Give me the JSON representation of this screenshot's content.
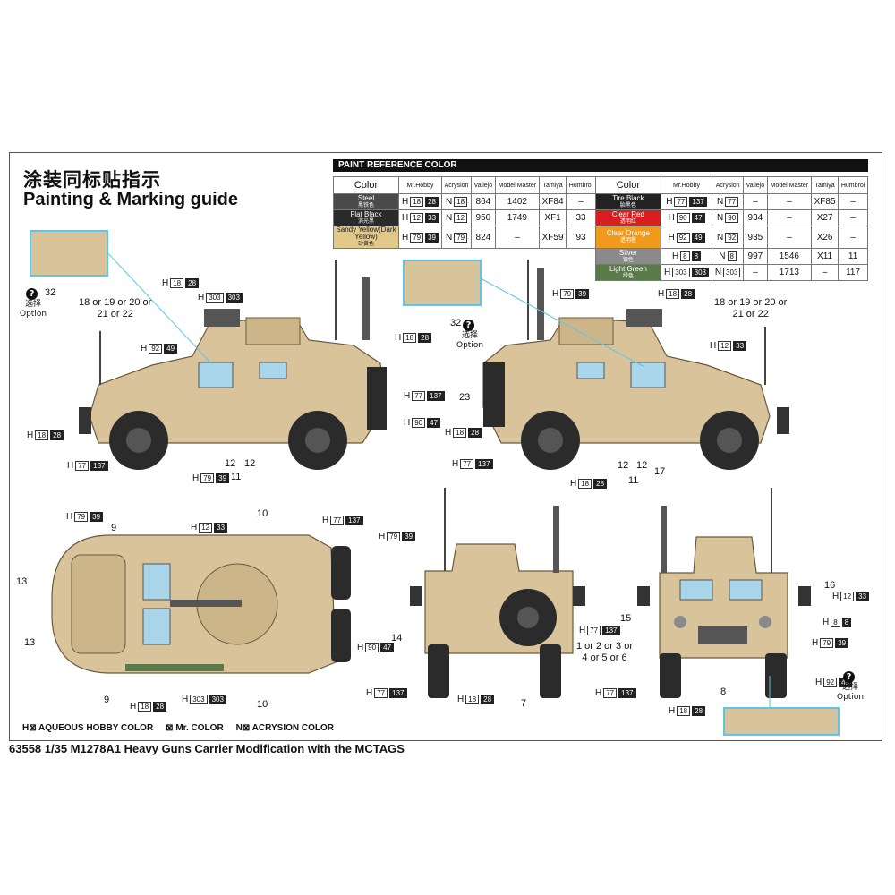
{
  "titles": {
    "cn": "涂装同标贴指示",
    "en": "Painting & Marking guide"
  },
  "reference": {
    "header": "PAINT  REFERENCE COLOR",
    "columns": [
      "Color",
      "Mr.Hobby",
      "Acrysion",
      "Vallejo",
      "Model Master",
      "Tamiya",
      "Humbrol"
    ],
    "left_rows": [
      {
        "name": "Steel",
        "cn": "黑铁色",
        "bg": "#4a4a4a",
        "fg": "#ffffff",
        "h": "18",
        "m": "28",
        "n": "18",
        "vallejo": "864",
        "mm": "1402",
        "tamiya": "XF84",
        "humbrol": "–"
      },
      {
        "name": "Flat Black",
        "cn": "消光黑",
        "bg": "#2a2a2a",
        "fg": "#ffffff",
        "h": "12",
        "m": "33",
        "n": "12",
        "vallejo": "950",
        "mm": "1749",
        "tamiya": "XF1",
        "humbrol": "33"
      },
      {
        "name": "Sandy Yellow(Dark Yellow)",
        "cn": "砂黄色",
        "bg": "#e2c98a",
        "fg": "#222222",
        "h": "79",
        "m": "39",
        "n": "79",
        "vallejo": "824",
        "mm": "–",
        "tamiya": "XF59",
        "humbrol": "93"
      }
    ],
    "right_rows": [
      {
        "name": "Tire Black",
        "cn": "胎黑色",
        "bg": "#232323",
        "fg": "#ffffff",
        "h": "77",
        "m": "137",
        "n": "77",
        "vallejo": "–",
        "mm": "–",
        "tamiya": "XF85",
        "humbrol": "–"
      },
      {
        "name": "Clear Red",
        "cn": "透明红",
        "bg": "#d81e1e",
        "fg": "#ffffff",
        "h": "90",
        "m": "47",
        "n": "90",
        "vallejo": "934",
        "mm": "–",
        "tamiya": "X27",
        "humbrol": "–"
      },
      {
        "name": "Clear Orange",
        "cn": "透明橙",
        "bg": "#ef9a1d",
        "fg": "#ffffff",
        "h": "92",
        "m": "49",
        "n": "92",
        "vallejo": "935",
        "mm": "–",
        "tamiya": "X26",
        "humbrol": "–"
      },
      {
        "name": "Silver",
        "cn": "银色",
        "bg": "#8a8a8a",
        "fg": "#ffffff",
        "h": "8",
        "m": "8",
        "n": "8",
        "vallejo": "997",
        "mm": "1546",
        "tamiya": "X11",
        "humbrol": "11"
      },
      {
        "name": "Light Green",
        "cn": "绿色",
        "bg": "#5b7a4a",
        "fg": "#ffffff",
        "h": "303",
        "m": "303",
        "n": "303",
        "vallejo": "–",
        "mm": "1713",
        "tamiya": "–",
        "humbrol": "117"
      }
    ]
  },
  "callouts": [
    {
      "id": "c1",
      "h": "18",
      "m": "28"
    },
    {
      "id": "c2",
      "h": "303",
      "m": "303"
    },
    {
      "id": "c3",
      "h": "92",
      "m": "49"
    },
    {
      "id": "c4",
      "h": "18",
      "m": "28"
    },
    {
      "id": "c5",
      "h": "77",
      "m": "137"
    },
    {
      "id": "c6",
      "h": "90",
      "m": "47"
    },
    {
      "id": "c7",
      "h": "18",
      "m": "28"
    },
    {
      "id": "c8",
      "h": "77",
      "m": "137"
    },
    {
      "id": "c9",
      "h": "79",
      "m": "39"
    },
    {
      "id": "c10",
      "h": "79",
      "m": "39"
    },
    {
      "id": "c11",
      "h": "18",
      "m": "28"
    },
    {
      "id": "c12",
      "h": "12",
      "m": "33"
    },
    {
      "id": "c13",
      "h": "18",
      "m": "28"
    },
    {
      "id": "c14",
      "h": "77",
      "m": "137"
    },
    {
      "id": "c15",
      "h": "18",
      "m": "28"
    },
    {
      "id": "c16",
      "h": "79",
      "m": "39"
    },
    {
      "id": "c17",
      "h": "12",
      "m": "33"
    },
    {
      "id": "c18",
      "h": "77",
      "m": "137"
    },
    {
      "id": "c19",
      "h": "18",
      "m": "28"
    },
    {
      "id": "c20",
      "h": "303",
      "m": "303"
    },
    {
      "id": "c21",
      "h": "79",
      "m": "39"
    },
    {
      "id": "c22",
      "h": "90",
      "m": "47"
    },
    {
      "id": "c23",
      "h": "77",
      "m": "137"
    },
    {
      "id": "c24",
      "h": "18",
      "m": "28"
    },
    {
      "id": "c25",
      "h": "77",
      "m": "137"
    },
    {
      "id": "c26",
      "h": "12",
      "m": "33"
    },
    {
      "id": "c27",
      "h": "8",
      "m": "8"
    },
    {
      "id": "c28",
      "h": "79",
      "m": "39"
    },
    {
      "id": "c29",
      "h": "77",
      "m": "137"
    },
    {
      "id": "c30",
      "h": "18",
      "m": "28"
    },
    {
      "id": "c31",
      "h": "92",
      "m": "49"
    }
  ],
  "numbers": {
    "n32a": "32",
    "n32b": "32",
    "n23": "23",
    "n12a": "12",
    "n12b": "12",
    "n11a": "11",
    "n12c": "12",
    "n12d": "12",
    "n11b": "11",
    "n17": "17",
    "n10a": "10",
    "n9a": "9",
    "n13a": "13",
    "n13b": "13",
    "n9b": "9",
    "n10b": "10",
    "n14": "14",
    "n7": "7",
    "n16": "16",
    "n15": "15",
    "n8": "8"
  },
  "notes": {
    "decal_left": "18 or 19 or 20 or\n21 or 22",
    "decal_right": "18 or 19 or 20 or\n21 or 22",
    "rear_decal": "1 or 2 or 3 or\n4 or 5 or 6",
    "option_label": "选择\nOption"
  },
  "legend": {
    "h": "H⊠ AQUEOUS HOBBY COLOR",
    "m": "⊠ Mr. COLOR",
    "n": "N⊠ ACRYSION COLOR"
  },
  "caption": "63558 1/35 M1278A1 Heavy Guns Carrier Modification with the MCTAGS",
  "colors": {
    "sand": "#d8c39a",
    "sand_dark": "#b89c66",
    "tire": "#2b2b2b",
    "glass": "#a9d6ea",
    "inset_border": "#5bc6e8"
  }
}
